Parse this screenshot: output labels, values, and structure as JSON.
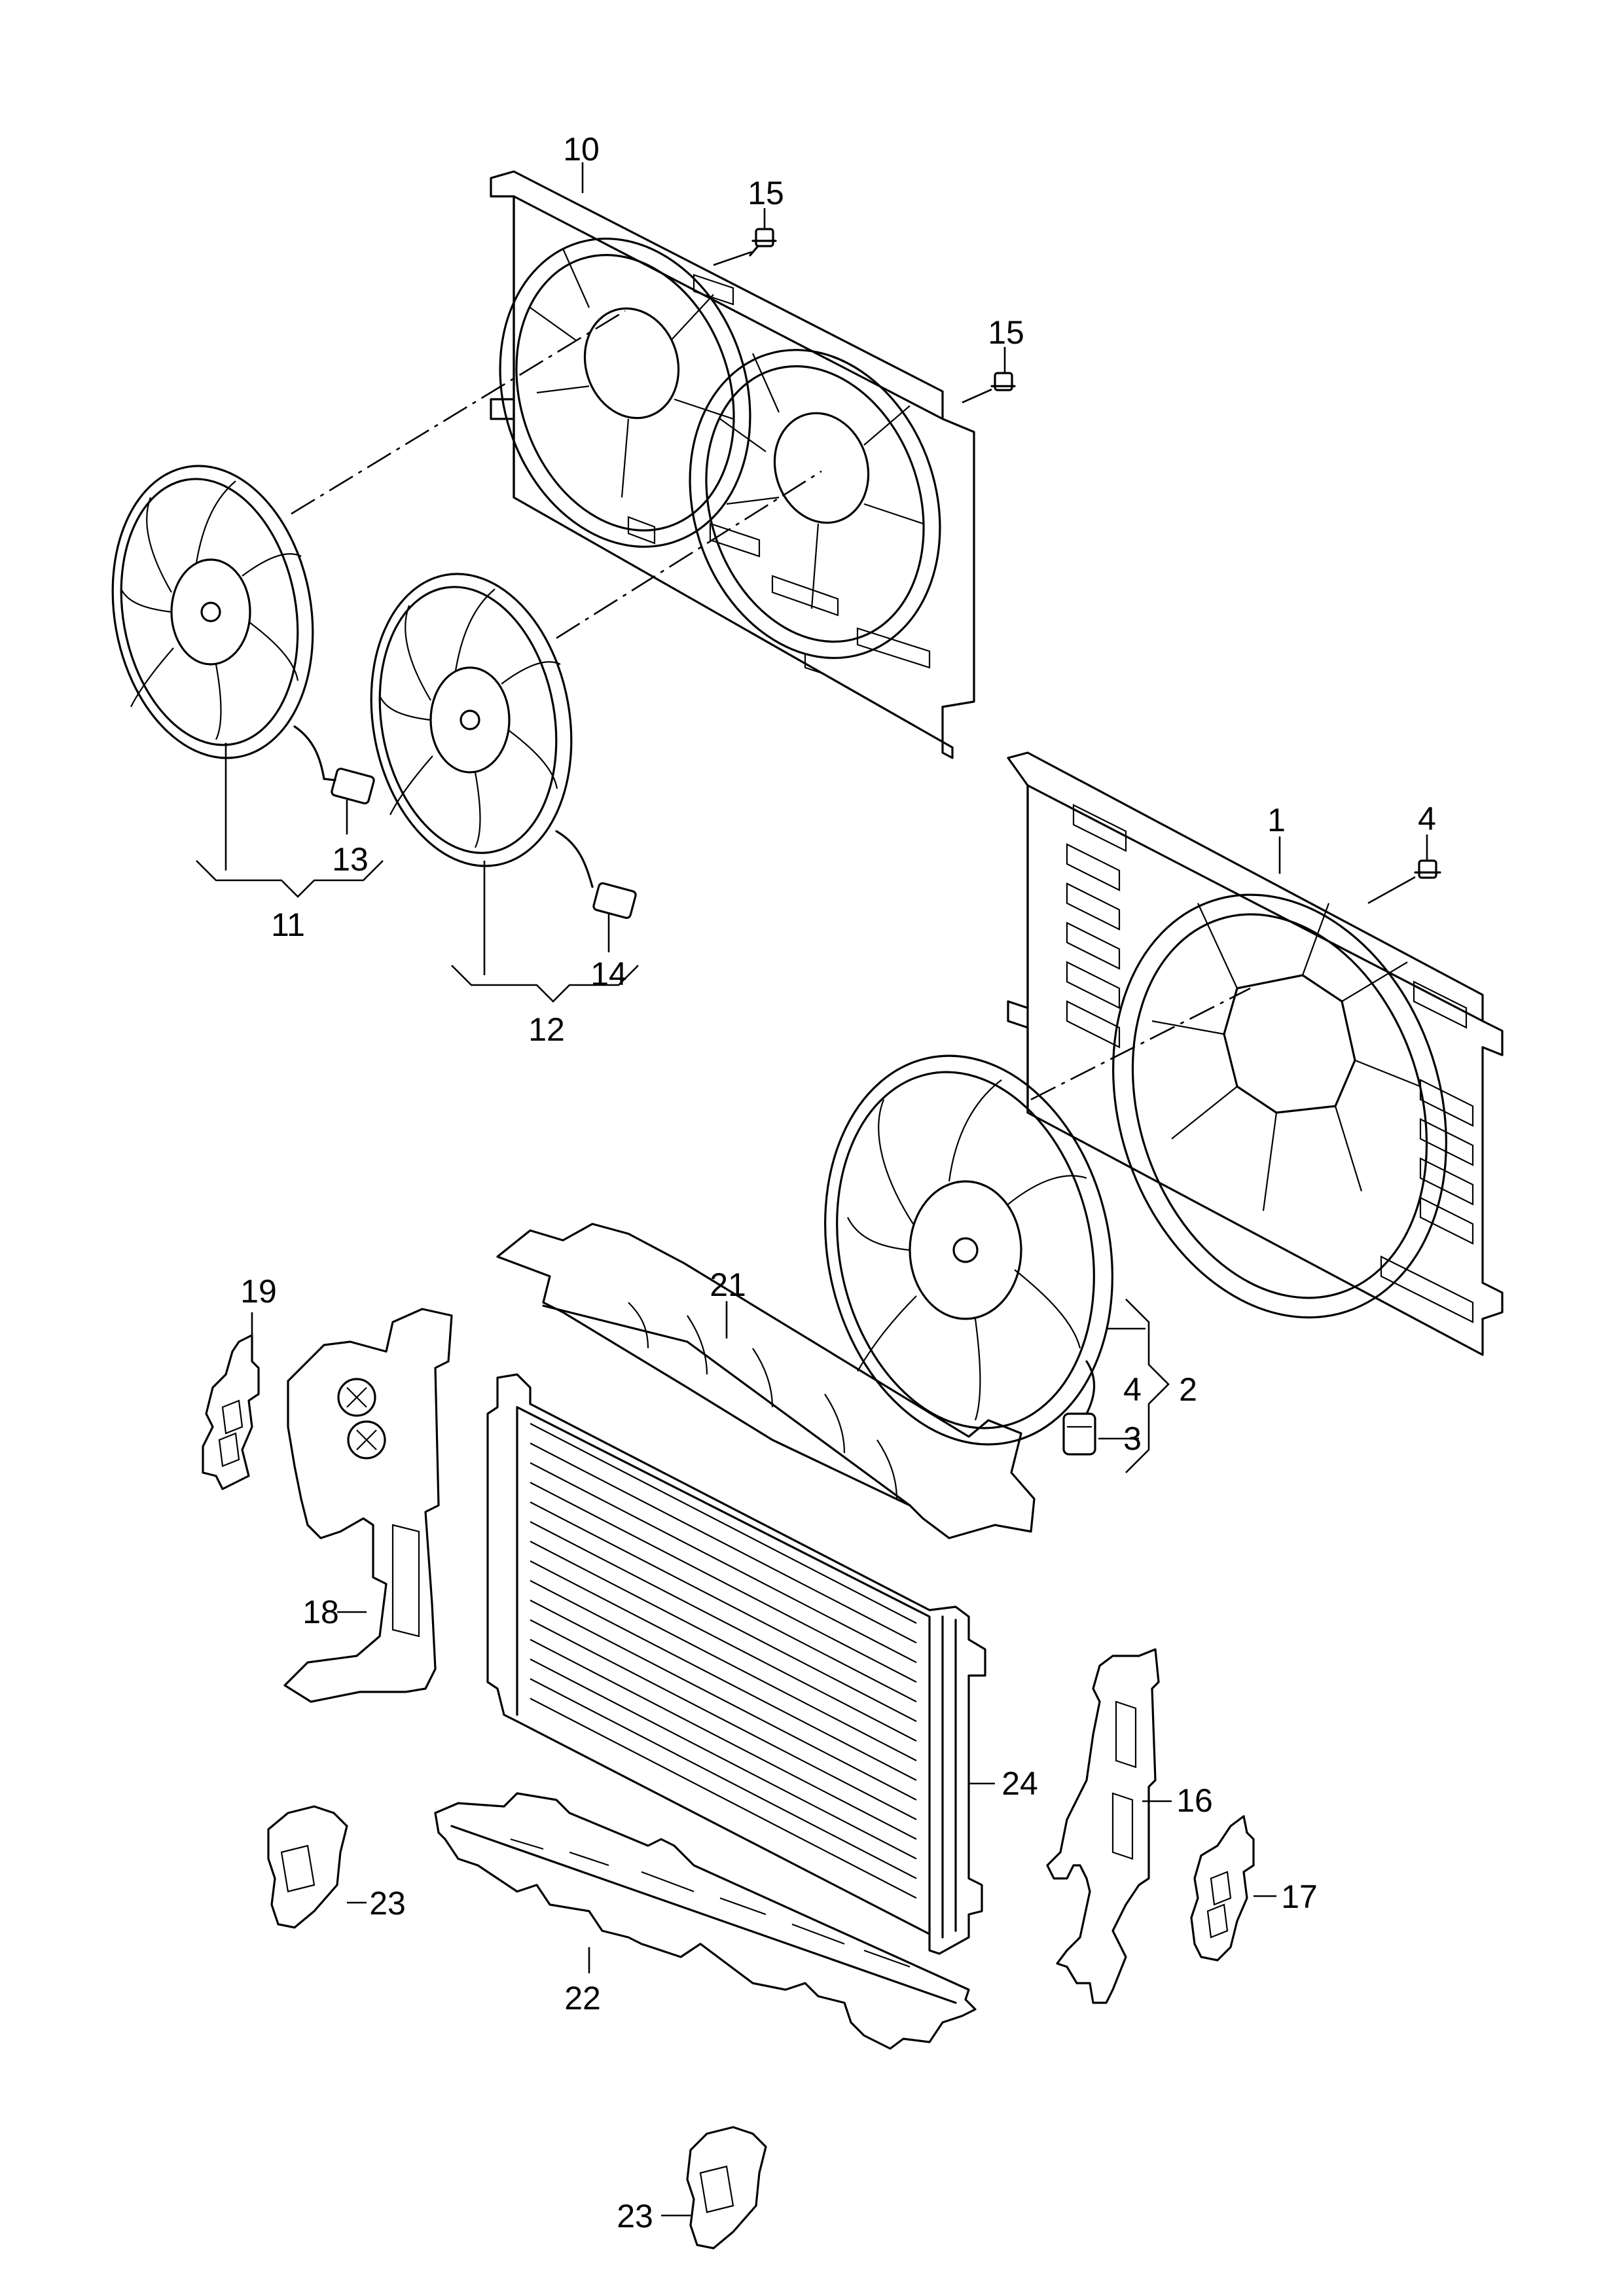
{
  "callouts": {
    "c10": "10",
    "c15a": "15",
    "c15b": "15",
    "c11": "11",
    "c13": "13",
    "c12": "12",
    "c14": "14",
    "c1": "1",
    "c4a": "4",
    "c4b": "4",
    "c2": "2",
    "c3": "3",
    "c19": "19",
    "c21": "21",
    "c18": "18",
    "c24": "24",
    "c16": "16",
    "c17": "17",
    "c23a": "23",
    "c22": "22",
    "c23b": "23"
  }
}
